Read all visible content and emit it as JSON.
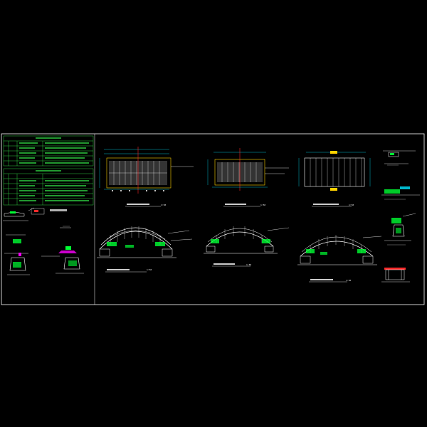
{
  "drawing": {
    "background": "#000000",
    "colors": {
      "frame": "#ffffff",
      "table": "#2ecc40",
      "dimension": "#00e5ff",
      "structure": "#ffffff",
      "accent_green": "#00ff33",
      "accent_yellow": "#ffd200",
      "accent_red": "#ff2a2a",
      "accent_magenta": "#ff00ff",
      "accent_blue": "#3050ff"
    },
    "scales": {
      "plan_1": "1:50",
      "plan_2": "1:50",
      "plan_3": "1:50",
      "elevation_1": "1:50",
      "elevation_2": "1:50",
      "elevation_3": "1:50"
    }
  }
}
